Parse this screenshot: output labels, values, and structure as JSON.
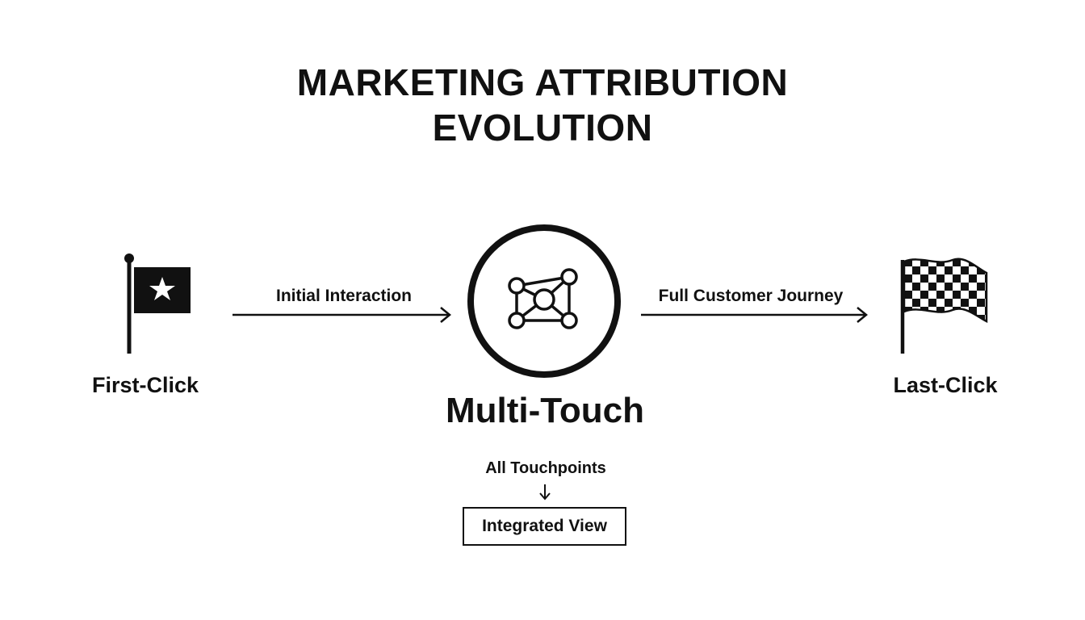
{
  "title": {
    "line1": "MARKETING ATTRIBUTION",
    "line2": "EVOLUTION"
  },
  "nodes": {
    "first": {
      "label": "First-Click",
      "icon": "star-flag-icon"
    },
    "multi": {
      "label": "Multi-Touch",
      "icon": "network-icon"
    },
    "last": {
      "label": "Last-Click",
      "icon": "checkered-flag-icon"
    }
  },
  "edges": {
    "first_to_multi": "Initial Interaction",
    "multi_to_last": "Full Customer Journey",
    "multi_down": "All Touchpoints"
  },
  "result_box": {
    "label": "Integrated View"
  }
}
